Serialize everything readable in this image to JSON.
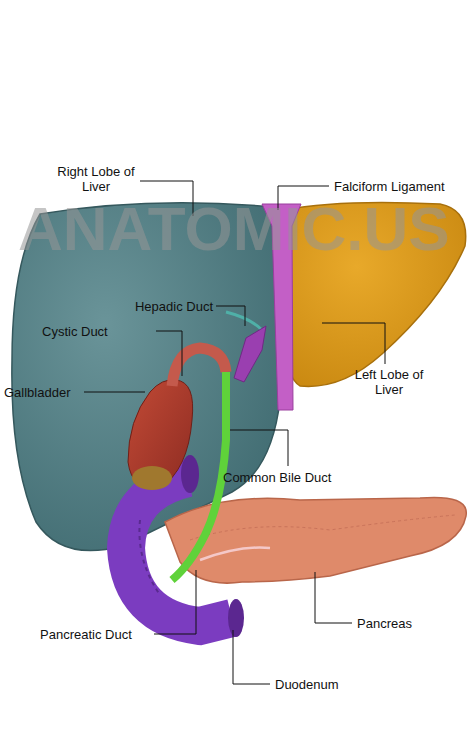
{
  "diagram": {
    "labels": [
      "ANATOMIC.US",
      "Right Lobe of Liver",
      "Falciform Ligament",
      "Hepadic Duct",
      "Cystic Duct",
      "Gallbladder",
      "Left Lobe of Liver",
      "Common Bile Duct",
      "Pancreas",
      "Pancreatic Duct",
      "Duodenum"
    ]
  }
}
